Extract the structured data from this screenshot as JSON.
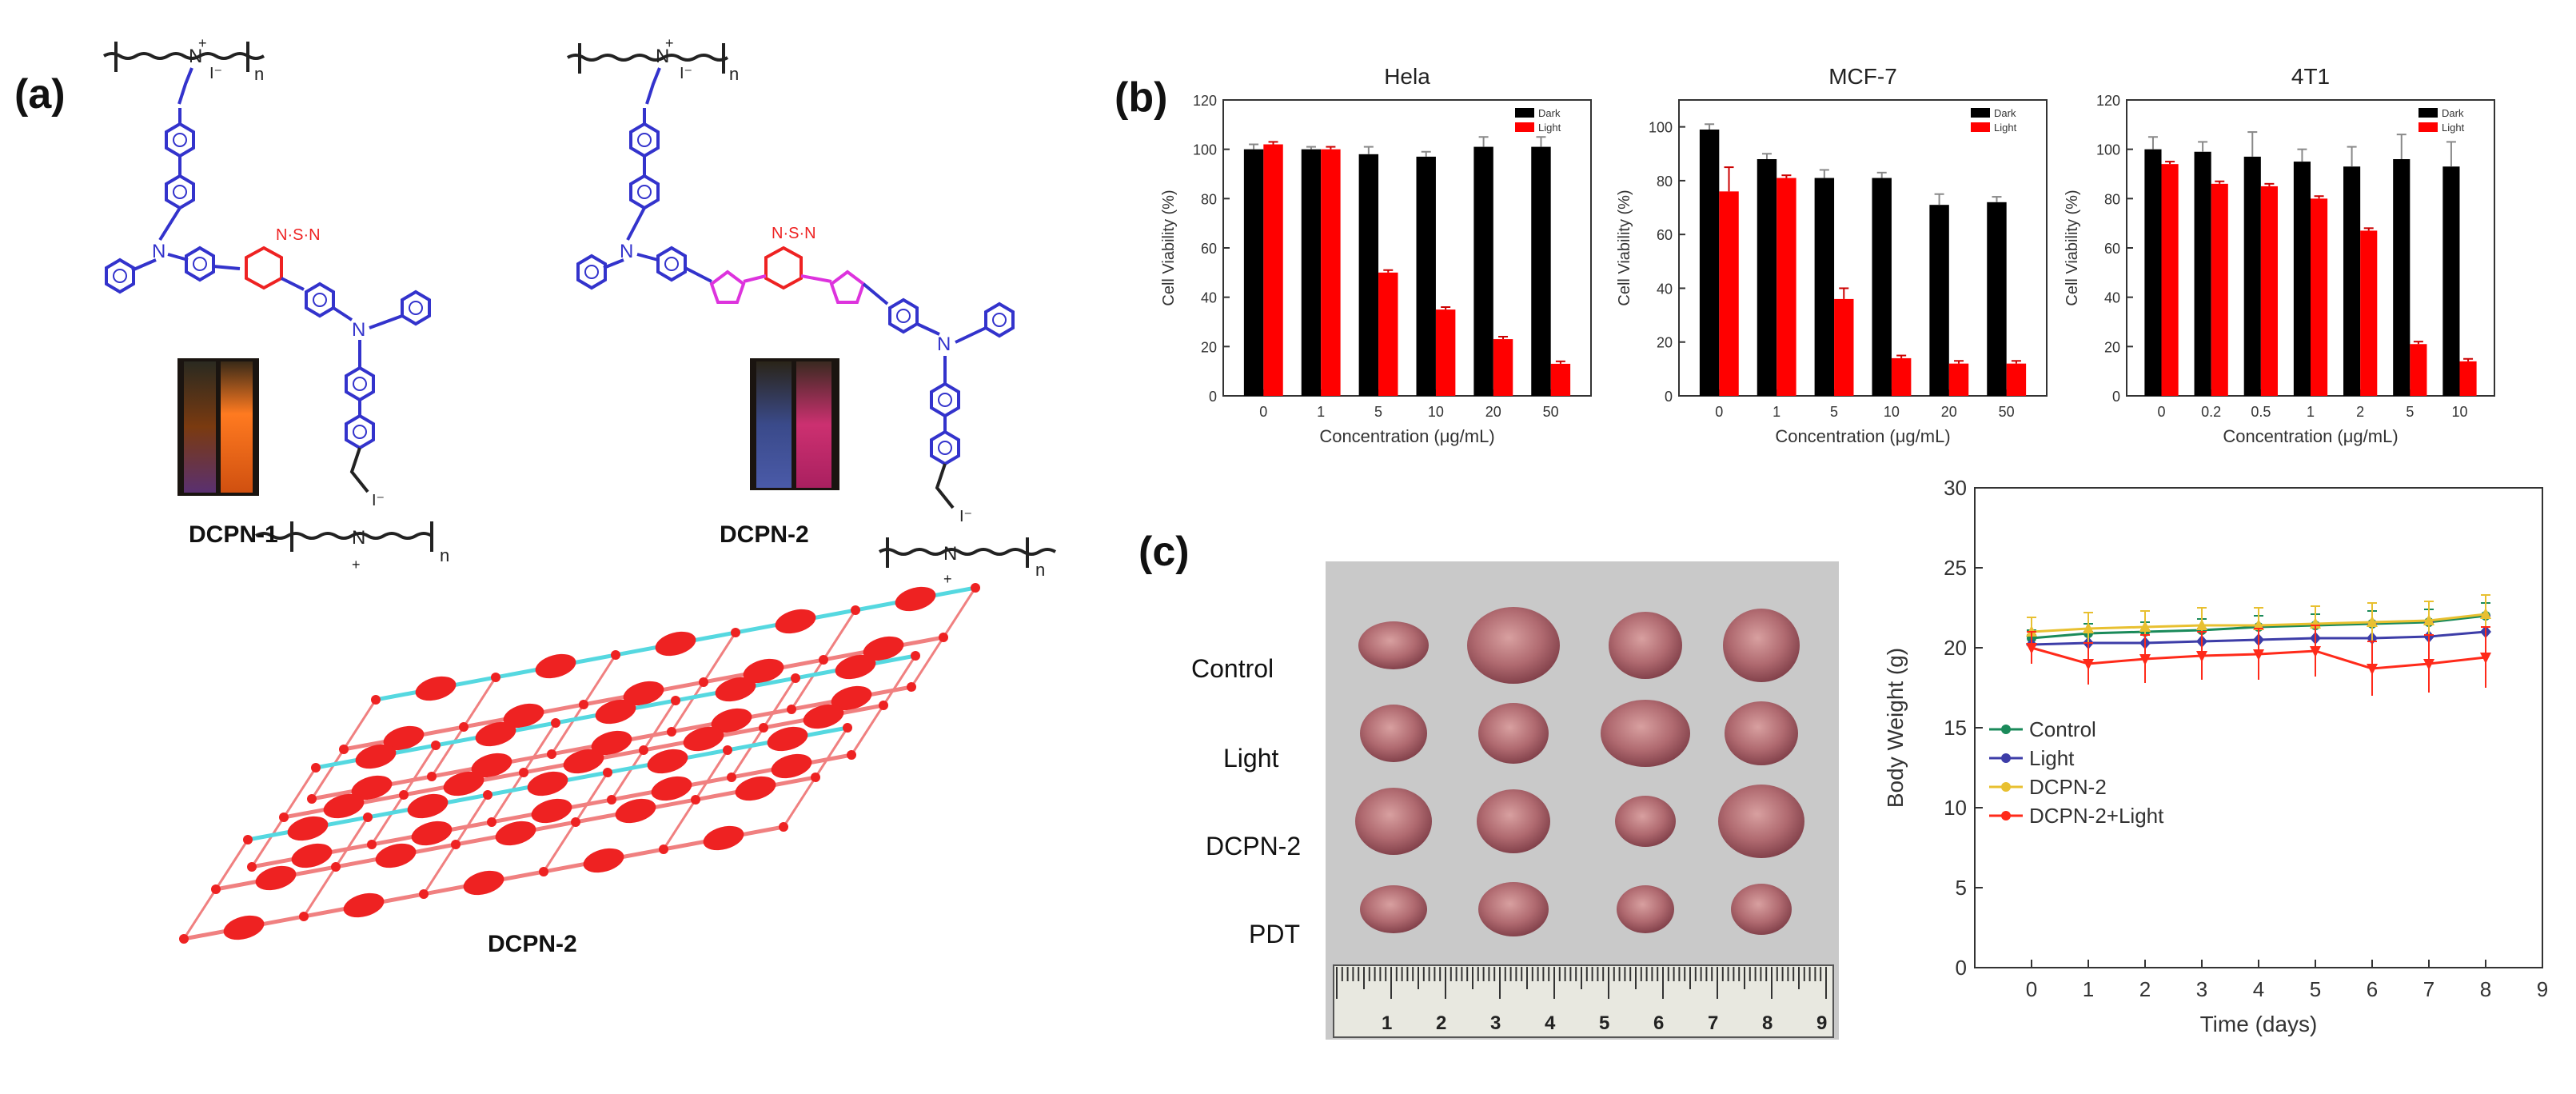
{
  "panels": {
    "a": {
      "label": "(a)",
      "compound_1": "DCPN-1",
      "compound_2": "DCPN-2",
      "network_label": "DCPN-2"
    },
    "b": {
      "label": "(b)"
    },
    "c": {
      "label": "(c)",
      "photo_rows": [
        "Control",
        "Light",
        "DCPN-2",
        "PDT"
      ],
      "ruler_numbers": [
        "1",
        "2",
        "3",
        "4",
        "5",
        "6",
        "7",
        "8",
        "9"
      ]
    }
  },
  "colors": {
    "dark": "#000000",
    "light": "#ff0000",
    "control": "#1a8a5a",
    "light_group": "#3d3da8",
    "dcpn2": "#e8c030",
    "dcpn2_light": "#ff2a1a",
    "blue_struct": "#3333cc",
    "red_struct": "#ee2222",
    "magenta_struct": "#dd33dd",
    "net_cyan": "#55d8e0"
  },
  "chart_data": [
    {
      "type": "bar",
      "title": "Hela",
      "xlabel": "Concentration (μg/mL)",
      "ylabel": "Cell Viability (%)",
      "categories": [
        "0",
        "1",
        "5",
        "10",
        "20",
        "50"
      ],
      "ylim": [
        0,
        120
      ],
      "yticks": [
        "0",
        "20",
        "40",
        "60",
        "80",
        "100",
        "120"
      ],
      "legend_position": "top-right",
      "series": [
        {
          "name": "Dark",
          "values": [
            100,
            100,
            98,
            97,
            101,
            101
          ],
          "errors": [
            2,
            1,
            3,
            2,
            4,
            4
          ]
        },
        {
          "name": "Light",
          "values": [
            102,
            100,
            50,
            35,
            23,
            13
          ],
          "errors": [
            1,
            1,
            1,
            1,
            1,
            1
          ]
        }
      ]
    },
    {
      "type": "bar",
      "title": "MCF-7",
      "xlabel": "Concentration (μg/mL)",
      "ylabel": "Cell Viability (%)",
      "categories": [
        "0",
        "1",
        "5",
        "10",
        "20",
        "50"
      ],
      "ylim": [
        0,
        110
      ],
      "yticks": [
        "0",
        "20",
        "40",
        "60",
        "80",
        "100"
      ],
      "legend_position": "top-right",
      "series": [
        {
          "name": "Dark",
          "values": [
            99,
            88,
            81,
            81,
            71,
            72
          ],
          "errors": [
            2,
            2,
            3,
            2,
            4,
            2
          ]
        },
        {
          "name": "Light",
          "values": [
            76,
            81,
            36,
            14,
            12,
            12
          ],
          "errors": [
            9,
            1,
            4,
            1,
            1,
            1
          ]
        }
      ]
    },
    {
      "type": "bar",
      "title": "4T1",
      "xlabel": "Concentration (μg/mL)",
      "ylabel": "Cell Viability (%)",
      "categories": [
        "0",
        "0.2",
        "0.5",
        "1",
        "2",
        "5",
        "10"
      ],
      "ylim": [
        0,
        120
      ],
      "yticks": [
        "0",
        "20",
        "40",
        "60",
        "80",
        "100",
        "120"
      ],
      "legend_position": "top-right",
      "series": [
        {
          "name": "Dark",
          "values": [
            100,
            99,
            97,
            95,
            93,
            96,
            93
          ],
          "errors": [
            5,
            4,
            10,
            5,
            8,
            10,
            10
          ]
        },
        {
          "name": "Light",
          "values": [
            94,
            86,
            85,
            80,
            67,
            21,
            14
          ],
          "errors": [
            1,
            1,
            1,
            1,
            1,
            1,
            1
          ]
        }
      ]
    },
    {
      "type": "line",
      "title": "",
      "xlabel": "Time (days)",
      "ylabel": "Body Weight (g)",
      "x": [
        0,
        1,
        2,
        3,
        4,
        5,
        6,
        7,
        8
      ],
      "xlim": [
        -1,
        9
      ],
      "ylim": [
        0,
        30
      ],
      "xticks": [
        "0",
        "1",
        "2",
        "3",
        "4",
        "5",
        "6",
        "7",
        "8",
        "9"
      ],
      "yticks": [
        "0",
        "5",
        "10",
        "15",
        "20",
        "25",
        "30"
      ],
      "legend_position": "lower-left",
      "series": [
        {
          "name": "Control",
          "values": [
            20.6,
            20.9,
            21.0,
            21.1,
            21.3,
            21.4,
            21.5,
            21.6,
            22.0
          ],
          "errors": [
            0.5,
            0.6,
            0.6,
            0.7,
            0.7,
            0.7,
            0.8,
            0.8,
            0.8
          ]
        },
        {
          "name": "Light",
          "values": [
            20.2,
            20.3,
            20.3,
            20.4,
            20.5,
            20.6,
            20.6,
            20.7,
            21.0
          ],
          "errors": [
            0.6,
            0.7,
            0.8,
            0.8,
            0.8,
            0.9,
            0.9,
            0.9,
            1.0
          ]
        },
        {
          "name": "DCPN-2",
          "values": [
            21.0,
            21.2,
            21.3,
            21.4,
            21.4,
            21.5,
            21.6,
            21.7,
            22.1
          ],
          "errors": [
            0.9,
            1.0,
            1.0,
            1.1,
            1.1,
            1.1,
            1.2,
            1.2,
            1.2
          ]
        },
        {
          "name": "DCPN-2+Light",
          "values": [
            20.0,
            19.0,
            19.3,
            19.5,
            19.6,
            19.8,
            18.7,
            19.0,
            19.4
          ],
          "errors": [
            1.0,
            1.3,
            1.5,
            1.5,
            1.6,
            1.6,
            1.7,
            1.8,
            1.9
          ]
        }
      ]
    }
  ]
}
